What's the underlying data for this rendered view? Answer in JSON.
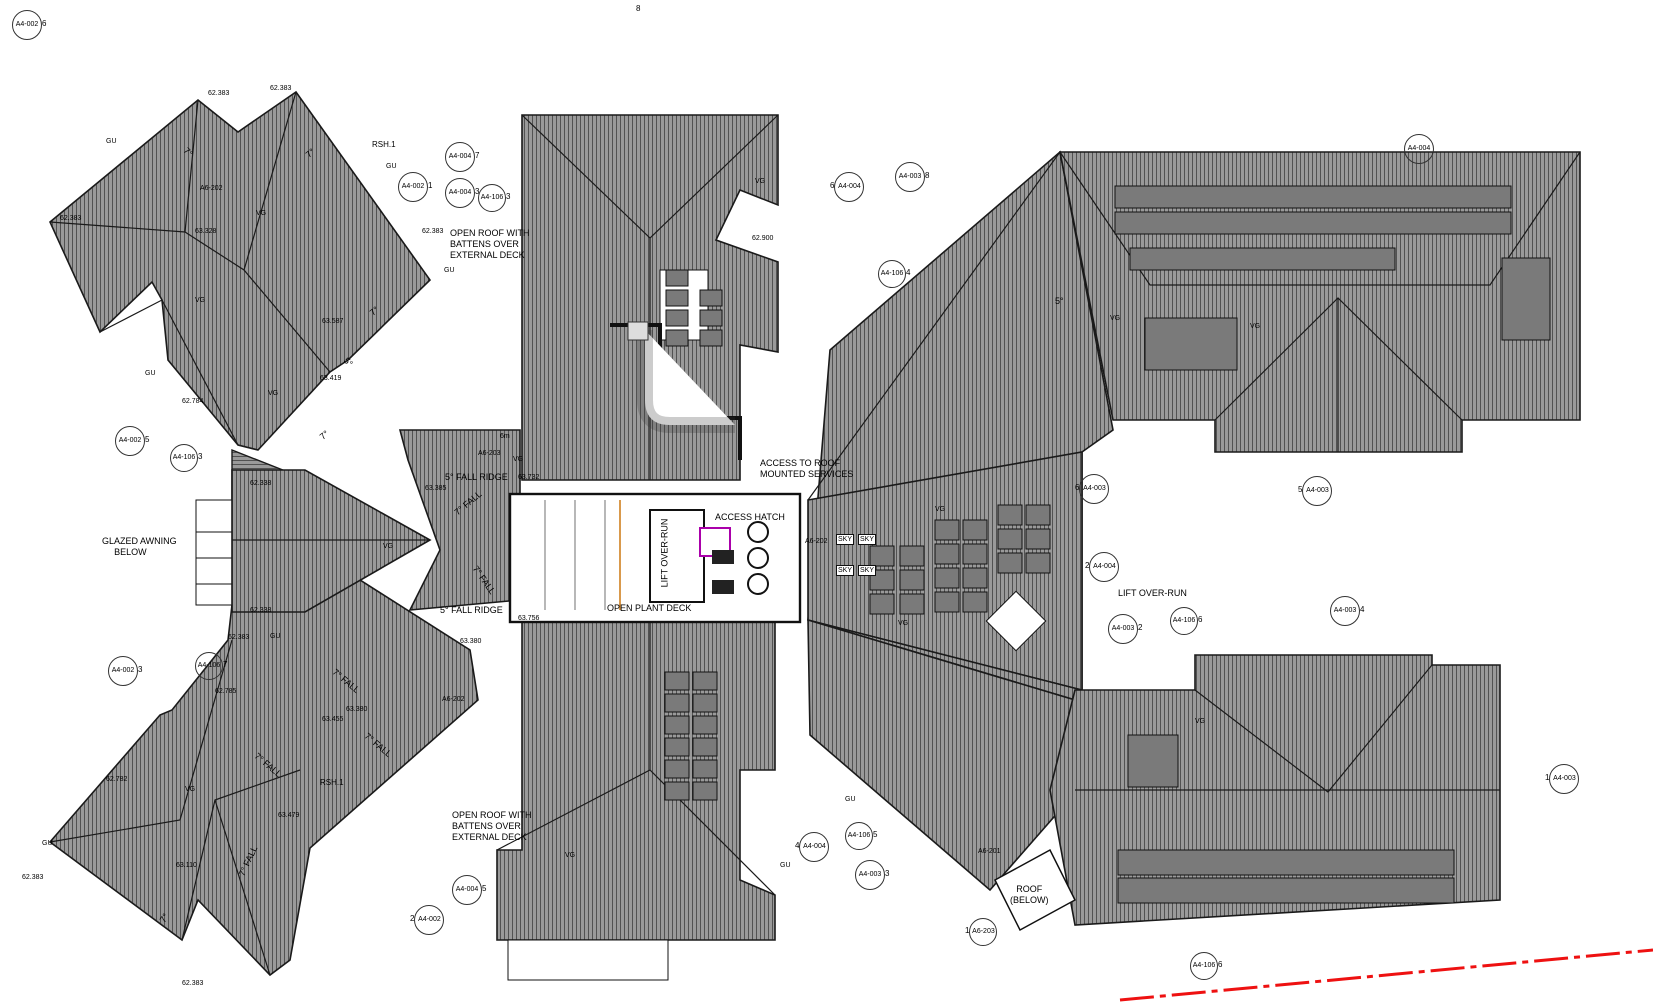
{
  "drawing": {
    "labels": [
      "OPEN ROOF WITH",
      "BATTENS OVER",
      "EXTERNAL DECK",
      "GLAZED AWNING",
      "BELOW",
      "ACCESS TO ROOF",
      "MOUNTED SERVICES",
      "ACCESS HATCH",
      "LIFT OVER-RUN",
      "OPEN PLANT DECK",
      "LIFT OVER-RUN",
      "ROOF",
      "(BELOW)",
      "5° FALL RIDGE",
      "5° FALL RIDGE",
      "OPEN ROOF WITH",
      "BATTENS OVER",
      "EXTERNAL DECK",
      "RSH.1",
      "RSH.1"
    ],
    "section_tags": [
      {
        "sheet": "A4-002",
        "num": "6"
      },
      {
        "sheet": "A4-004",
        "num": "7"
      },
      {
        "sheet": "A4-002",
        "num": "1"
      },
      {
        "sheet": "A4-004",
        "num": "3"
      },
      {
        "sheet": "A4-106",
        "num": "3"
      },
      {
        "sheet": "A4-004",
        "num": "6"
      },
      {
        "sheet": "A4-003",
        "num": "8"
      },
      {
        "sheet": "A4-106",
        "num": "4"
      },
      {
        "sheet": "A4-004",
        "num": ""
      },
      {
        "sheet": "A4-002",
        "num": "5"
      },
      {
        "sheet": "A4-106",
        "num": "3"
      },
      {
        "sheet": "A4-003",
        "num": "6"
      },
      {
        "sheet": "A4-003",
        "num": "5"
      },
      {
        "sheet": "A4-004",
        "num": "2"
      },
      {
        "sheet": "A4-106",
        "num": "6"
      },
      {
        "sheet": "A4-003",
        "num": "2"
      },
      {
        "sheet": "A4-003",
        "num": "4"
      },
      {
        "sheet": "A4-002",
        "num": "3"
      },
      {
        "sheet": "A4-106",
        "num": "7"
      },
      {
        "sheet": "A4-003",
        "num": "1"
      },
      {
        "sheet": "A4-004",
        "num": "4"
      },
      {
        "sheet": "A4-106",
        "num": "5"
      },
      {
        "sheet": "A4-003",
        "num": "3"
      },
      {
        "sheet": "A4-004",
        "num": "5"
      },
      {
        "sheet": "A4-002",
        "num": "2"
      },
      {
        "sheet": "A6-203",
        "num": "1"
      },
      {
        "sheet": "A4-106",
        "num": "6"
      }
    ],
    "levels": [
      "62.383",
      "62.383",
      "62.383",
      "62.383",
      "62.338",
      "62.338",
      "62.784",
      "62.782",
      "62.383",
      "62.383",
      "63.732",
      "63.756",
      "63.380",
      "63.385",
      "62.900",
      "63.328",
      "63.587",
      "63.419",
      "63.479",
      "63.455",
      "63.380",
      "63.110",
      "62.785",
      "62.383"
    ],
    "markers": [
      "GU",
      "GU",
      "GU",
      "GU",
      "GU",
      "GU",
      "GU",
      "GU",
      "VG",
      "VG",
      "VG",
      "VG",
      "VG",
      "VG",
      "VG",
      "VG",
      "VG",
      "VG",
      "VG",
      "VG",
      "VG"
    ],
    "falls": [
      "7°",
      "7°",
      "5°",
      "7°",
      "7°",
      "7° FALL",
      "7° FALL",
      "7° FALL",
      "7° FALL",
      "7° FALL",
      "7° FALL",
      "5°",
      "7°"
    ],
    "sky": [
      "SKY",
      "SKY",
      "SKY",
      "SKY"
    ],
    "sheet_refs": [
      "A6-202",
      "A6-202",
      "A6-203",
      "A6-201",
      "A6-202"
    ],
    "north_num": "8",
    "dim": "6m"
  }
}
